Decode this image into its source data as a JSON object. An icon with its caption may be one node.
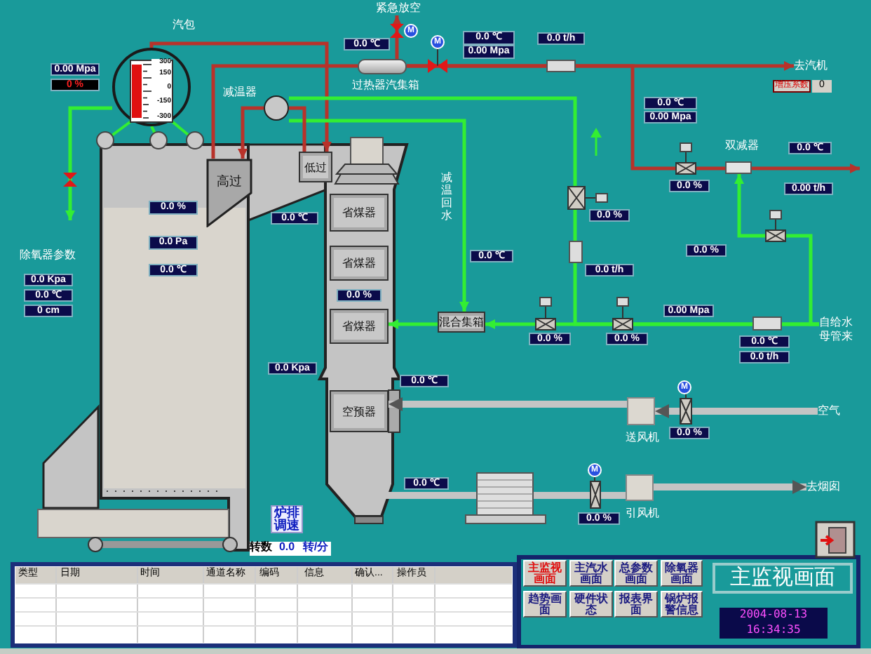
{
  "diagram": {
    "nodes": [
      {
        "text": [
          "汽包"
        ]
      },
      {
        "text": [
          "过热器汽集箱"
        ]
      },
      {
        "text": [
          "减温器"
        ]
      },
      {
        "text": [
          "高过"
        ]
      },
      {
        "text": [
          "低过"
        ]
      },
      {
        "text": [
          "省煤器"
        ]
      },
      {
        "text": [
          "省煤器"
        ]
      },
      {
        "text": [
          "省煤器"
        ]
      },
      {
        "text": [
          "空预器"
        ]
      },
      {
        "text": [
          "混合集箱"
        ]
      },
      {
        "text": [
          "双减器"
        ]
      },
      {
        "text": [
          "送风机"
        ]
      },
      {
        "text": [
          "引风机"
        ]
      },
      {
        "text": [
          "紧急放空"
        ]
      },
      {
        "text": [
          "去汽机"
        ]
      },
      {
        "text": [
          "自给水母管来"
        ]
      },
      {
        "text": [
          "空气"
        ]
      },
      {
        "text": [
          "去烟囱"
        ]
      }
    ],
    "edges": [
      {
        "from": 0,
        "to": 4,
        "arrow": "to"
      },
      {
        "from": 3,
        "to": 1,
        "arrow": "none"
      },
      {
        "from": 1,
        "to": 13,
        "arrow": "to"
      },
      {
        "from": 1,
        "to": 14,
        "arrow": "to"
      },
      {
        "from": 1,
        "to": 10,
        "arrow": "none"
      },
      {
        "from": 10,
        "to": null,
        "arrow": "to"
      },
      {
        "from": 15,
        "to": 9,
        "arrow": "to",
        "color": "#33ee33"
      },
      {
        "from": 9,
        "to": 7,
        "arrow": "to",
        "color": "#33ee33"
      },
      {
        "from": 15,
        "to": 2,
        "arrow": "none",
        "color": "#33ee33"
      },
      {
        "from": 2,
        "to": 9,
        "arrow": "to",
        "label": "减温回水",
        "color": "#33ee33"
      },
      {
        "from": 15,
        "to": 10,
        "arrow": "to",
        "color": "#33ee33"
      },
      {
        "from": 0,
        "to": null,
        "arrow": "to",
        "color": "#33ee33"
      },
      {
        "from": 16,
        "to": 11,
        "arrow": "to",
        "style": "thick",
        "color": "#c4c4c4"
      },
      {
        "from": 11,
        "to": 8,
        "arrow": "to",
        "style": "thick",
        "color": "#c4c4c4"
      },
      {
        "from": 8,
        "to": 12,
        "arrow": "none",
        "style": "thick",
        "color": "#c4c4c4"
      },
      {
        "from": 12,
        "to": 17,
        "arrow": "to",
        "style": "thick",
        "color": "#c4c4c4"
      },
      {
        "from": 2,
        "to": 3,
        "arrow": "to"
      },
      {
        "from": 4,
        "to": 2,
        "arrow": "none"
      }
    ],
    "labels": [
      "0.0 ℃",
      "M",
      "M",
      "0.0 ℃",
      "0.00 Mpa",
      "0.0 t/h",
      "0.00 Mpa",
      "0 %",
      "300",
      "150",
      "0",
      "增压系数",
      "0",
      "-150",
      "-300",
      "0.0 ℃",
      "0.00 Mpa",
      "0.0 %",
      "0.00 t/h",
      "0.0 ℃",
      "0.0 %",
      "0.0 ℃",
      "0.0 %",
      "除氧器参数",
      "0.0 Pa",
      "0.0 ℃",
      "0.0 ℃",
      "0.0 t/h",
      "0.0 %",
      "0.0 Kpa",
      "0.0 ℃",
      "0 cm",
      "0.0 %",
      "0.00 Mpa",
      "0.0 Kpa",
      "0.0 ℃",
      "0.0 %",
      "0.0 %",
      "0.0 ℃",
      "0.0 t/h",
      "M",
      "0.0 %",
      "0.0 ℃",
      "M",
      "炉排调速",
      "0.0 %",
      "转数",
      "0.0",
      "转/分",
      "类型",
      "日期",
      "时间",
      "通道名称",
      "编码",
      "信息",
      "确认...",
      "操作员",
      "主监视画面",
      "主汽水画面",
      "总参数画面",
      "除氧器画面",
      "趋势画面",
      "硬件状态",
      "报表界面",
      "锅炉报警信息",
      "主监视画面",
      "2004-08-13",
      "16:34:35"
    ]
  }
}
